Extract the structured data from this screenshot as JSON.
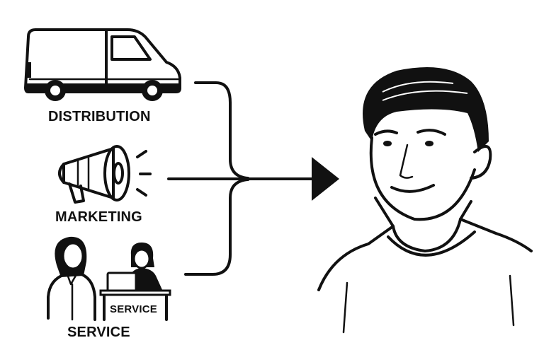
{
  "labels": {
    "distribution": "DISTRIBUTION",
    "marketing": "MARKETING",
    "service": "SERVICE",
    "counter_sign": "SERVICE"
  },
  "colors": {
    "ink": "#111111",
    "background": "#ffffff"
  }
}
